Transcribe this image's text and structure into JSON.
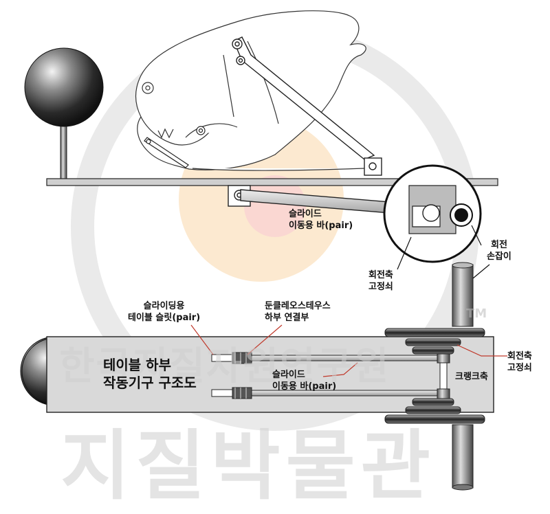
{
  "watermark": {
    "line1": "한국지질자원연구원",
    "line2": "지질박물관",
    "tm": "TM"
  },
  "labels": {
    "slide_bar_top": [
      "슬라이드",
      "이동용 바(pair)"
    ],
    "rotation_axis_fix_top": [
      "회전축",
      "고정쇠"
    ],
    "rotation_handle": [
      "회전",
      "손잡이"
    ],
    "sliding_table_slot": [
      "슬라이딩용",
      "테이블 슬릿(pair)"
    ],
    "dunkleosteus_joint": [
      "둔클레오스테우스",
      "하부 연결부"
    ],
    "table_title": [
      "테이블 하부",
      "작동기구 구조도"
    ],
    "slide_bar_bottom": [
      "슬라이드",
      "이동용 바(pair)"
    ],
    "rotation_axis_fix_bottom": [
      "회전축",
      "고정쇠"
    ],
    "crankshaft": "크랭크축"
  },
  "colors": {
    "table_fill": "#d9d9d9",
    "outline": "#222222",
    "accent_red": "#c0392b",
    "watermark_orange": "#f6c27a",
    "watermark_pink": "#f4a6a6",
    "watermark_gray": "#d6d6d6"
  }
}
